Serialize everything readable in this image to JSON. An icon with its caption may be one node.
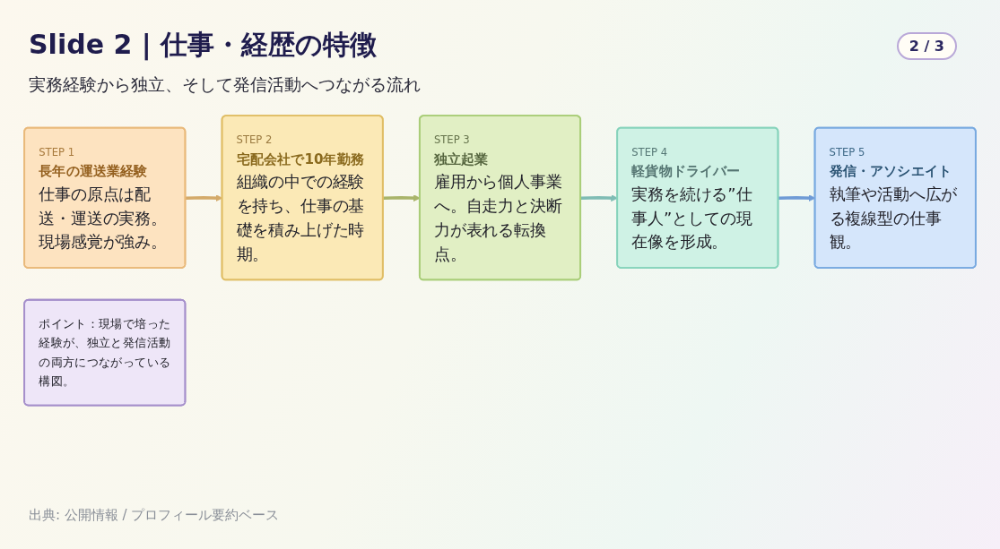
{
  "diagram": {
    "title": "Slide 2 | 仕事・経歴の特徴",
    "nodes": [
      {
        "text": [
          "STEP 1",
          "長年の運送業経験",
          "仕事の原点は配送・運送の実務。現場感覚が強み。"
        ]
      },
      {
        "text": [
          "STEP 2",
          "宅配会社で10年勤務",
          "組織の中での経験を持ち、仕事の基礎を積み上げた時期。"
        ]
      },
      {
        "text": [
          "STEP 3",
          "独立起業",
          "雇用から個人事業へ。自走力と決断力が表れる転換点。"
        ]
      },
      {
        "text": [
          "STEP 4",
          "軽貨物ドライバー",
          "実務を続ける”仕事人”としての現在像を形成。"
        ]
      },
      {
        "text": [
          "STEP 5",
          "発信・アソシエイト",
          "執筆や活動へ広がる複線型の仕事観。"
        ]
      },
      {
        "text": [
          "ポイント：現場で培った経験が、独立と発信活動の両方につながっている構図。"
        ]
      }
    ],
    "edges": [
      {
        "from": 0,
        "to": 1,
        "arrow": "to",
        "color": "#d4aa6a"
      },
      {
        "from": 1,
        "to": 2,
        "arrow": "to",
        "color": "#a9b46a"
      },
      {
        "from": 2,
        "to": 3,
        "arrow": "to",
        "color": "#7fbcb4"
      },
      {
        "from": 3,
        "to": 4,
        "arrow": "to",
        "color": "#6f9bd6"
      }
    ],
    "labels": [
      "2 / 3",
      "実務経験から独立、そして発信活動へつながる流れ",
      "出典: 公開情報 / プロフィール要約ベース"
    ]
  }
}
